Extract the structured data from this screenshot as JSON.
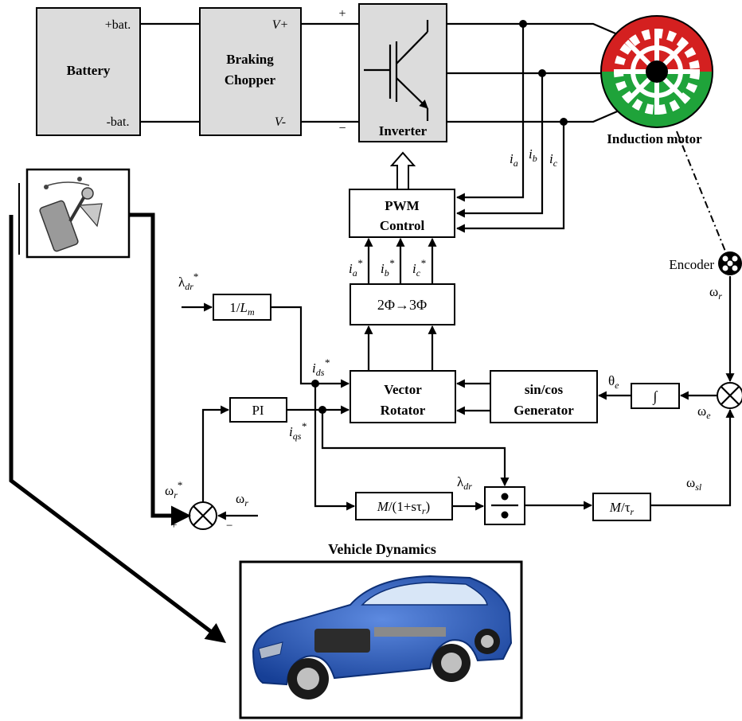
{
  "battery": {
    "label": "Battery",
    "pos": "+bat.",
    "neg": "-bat."
  },
  "chopper": {
    "label_line1": "Braking",
    "label_line2": "Chopper",
    "vplus": "V+",
    "vminus": "V-"
  },
  "inverter": {
    "label": "Inverter",
    "plus": "+",
    "minus": "−"
  },
  "motor": {
    "label": "Induction motor"
  },
  "currents": {
    "a": "i",
    "a_sub": "a",
    "b": "i",
    "b_sub": "b",
    "c": "i",
    "c_sub": "c"
  },
  "pwm": {
    "line1": "PWM",
    "line2": "Control"
  },
  "refs": {
    "ia": "i",
    "ia_sub": "a",
    "ib": "i",
    "ib_sub": "b",
    "ic": "i",
    "ic_sub": "c",
    "star": "*"
  },
  "transform": {
    "label": "2Φ→3Φ"
  },
  "lambda_ref": {
    "sym": "λ",
    "sub": "dr",
    "star": "*"
  },
  "inv_lm": {
    "pre": "1/",
    "L": "L",
    "sub": "m"
  },
  "ids": {
    "sym": "i",
    "sub": "ds",
    "star": "*"
  },
  "iqs": {
    "sym": "i",
    "sub": "qs",
    "star": "*"
  },
  "pi": {
    "label": "PI"
  },
  "vector_rotator": {
    "line1": "Vector",
    "line2": "Rotator"
  },
  "sincos": {
    "line1": "sin/cos",
    "line2": "Generator"
  },
  "theta": {
    "sym": "θ",
    "sub": "e"
  },
  "integrator": {
    "label": "∫"
  },
  "encoder": {
    "label": "Encoder"
  },
  "omega_r_enc": {
    "sym": "ω",
    "sub": "r"
  },
  "omega_e": {
    "sym": "ω",
    "sub": "e"
  },
  "omega_sl": {
    "sym": "ω",
    "sub": "sl"
  },
  "omega_r_ref": {
    "sym": "ω",
    "sub": "r",
    "star": "*"
  },
  "omega_r_fb": {
    "sym": "ω",
    "sub": "r"
  },
  "sum_signs": {
    "plus": "+",
    "minus": "−"
  },
  "flux_tf": {
    "M": "M",
    "mid": "/(1+sτ",
    "sub": "r",
    "end": ")"
  },
  "lambda_dr": {
    "sym": "λ",
    "sub": "dr"
  },
  "slip_tf": {
    "M": "M",
    "mid": "/τ",
    "sub": "r"
  },
  "vehicle": {
    "title": "Vehicle Dynamics"
  },
  "colors": {
    "motor_top": "#d42020",
    "motor_bottom": "#1fa33a",
    "car_body": "#1b4fb5",
    "block_gray": "#dcdcdc"
  }
}
